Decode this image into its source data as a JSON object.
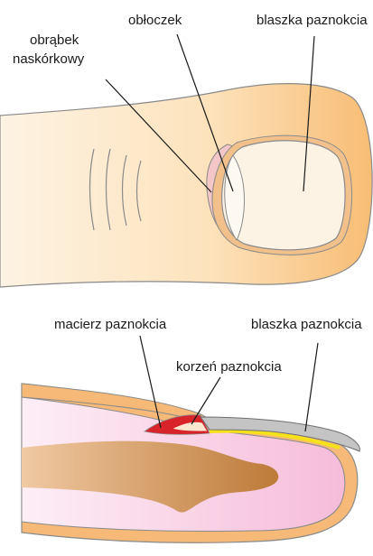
{
  "top_figure": {
    "labels": {
      "obrabek_line1": "obrąbek",
      "obrabek_line2": "naskórkowy",
      "obloczek": "obłoczek",
      "blaszka": "blaszka paznokcia"
    }
  },
  "bottom_figure": {
    "labels": {
      "macierz": "macierz paznokcia",
      "korzen": "korzeń paznokcia",
      "blaszka": "blaszka paznokcia"
    }
  },
  "colors": {
    "skin_light": "#fdf0dd",
    "skin_dark": "#f7c27e",
    "nail_plate": "#fdf3e4",
    "lunula": "#fef9f0",
    "cuticle": "#f3c6c8",
    "tissue_pink": "#f9d0e4",
    "bone": "#c98a4b",
    "matrix_red": "#d8232a",
    "root_yellow": "#f6e21a",
    "plate_grey": "#b5b5b5",
    "line_grey": "#555555"
  }
}
